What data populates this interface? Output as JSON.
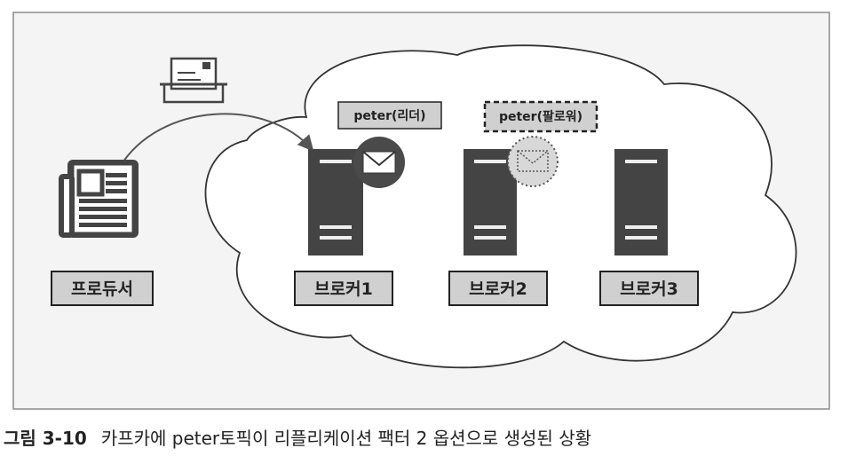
{
  "diagram": {
    "producer": {
      "label": "프로듀서"
    },
    "brokers": [
      {
        "label": "브로커1",
        "topic_tag": "peter(리더)",
        "role": "leader"
      },
      {
        "label": "브로커2",
        "topic_tag": "peter(팔로워)",
        "role": "follower"
      },
      {
        "label": "브로커3"
      }
    ],
    "colors": {
      "frame_border": "#8c8c8c",
      "server": "#444444",
      "label_fill": "#d0d0d0",
      "badge": "#4a4a4a",
      "follower_badge": "#d8d8d8"
    },
    "icons": [
      "newspaper-icon",
      "mailbox-icon",
      "server-icon",
      "envelope-icon"
    ]
  },
  "caption": {
    "figure_number": "그림 3-10",
    "text": "카프카에 peter토픽이 리플리케이션 팩터 2 옵션으로 생성된 상황"
  }
}
